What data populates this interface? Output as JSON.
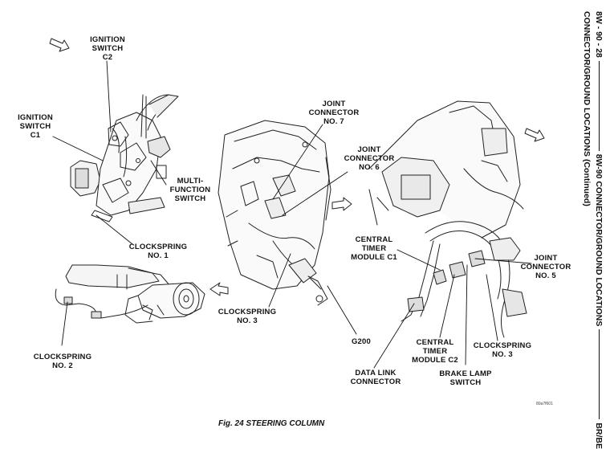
{
  "header": {
    "page_number": "8W - 90 - 28",
    "page_title": "8W-90 CONNECTOR/GROUND LOCATIONS",
    "model": "BR/BE",
    "subtitle": "CONNECTOR/GROUND LOCATIONS (Continued)"
  },
  "labels": {
    "ignition_switch_c2": "IGNITION\nSWITCH\nC2",
    "ignition_switch_c1": "IGNITION\nSWITCH\nC1",
    "multi_function_switch": "MULTI-\nFUNCTION\nSWITCH",
    "clockspring_no1": "CLOCKSPRING\nNO. 1",
    "clockspring_no2": "CLOCKSPRING\nNO. 2",
    "joint_connector_no7": "JOINT\nCONNECTOR\nNO. 7",
    "joint_connector_no6": "JOINT\nCONNECTOR\nNO. 6",
    "clockspring_no3_center": "CLOCKSPRING\nNO. 3",
    "g200": "G200",
    "central_timer_module_c1": "CENTRAL\nTIMER\nMODULE C1",
    "joint_connector_no5": "JOINT\nCONNECTOR\nNO. 5",
    "central_timer_module_c2": "CENTRAL\nTIMER\nMODULE C2",
    "clockspring_no3_right": "CLOCKSPRING\nNO. 3",
    "data_link_connector": "DATA LINK\nCONNECTOR",
    "brake_lamp_switch": "BRAKE LAMP\nSWITCH"
  },
  "figure_code": "80a7f601",
  "caption": "Fig. 24 STEERING COLUMN"
}
